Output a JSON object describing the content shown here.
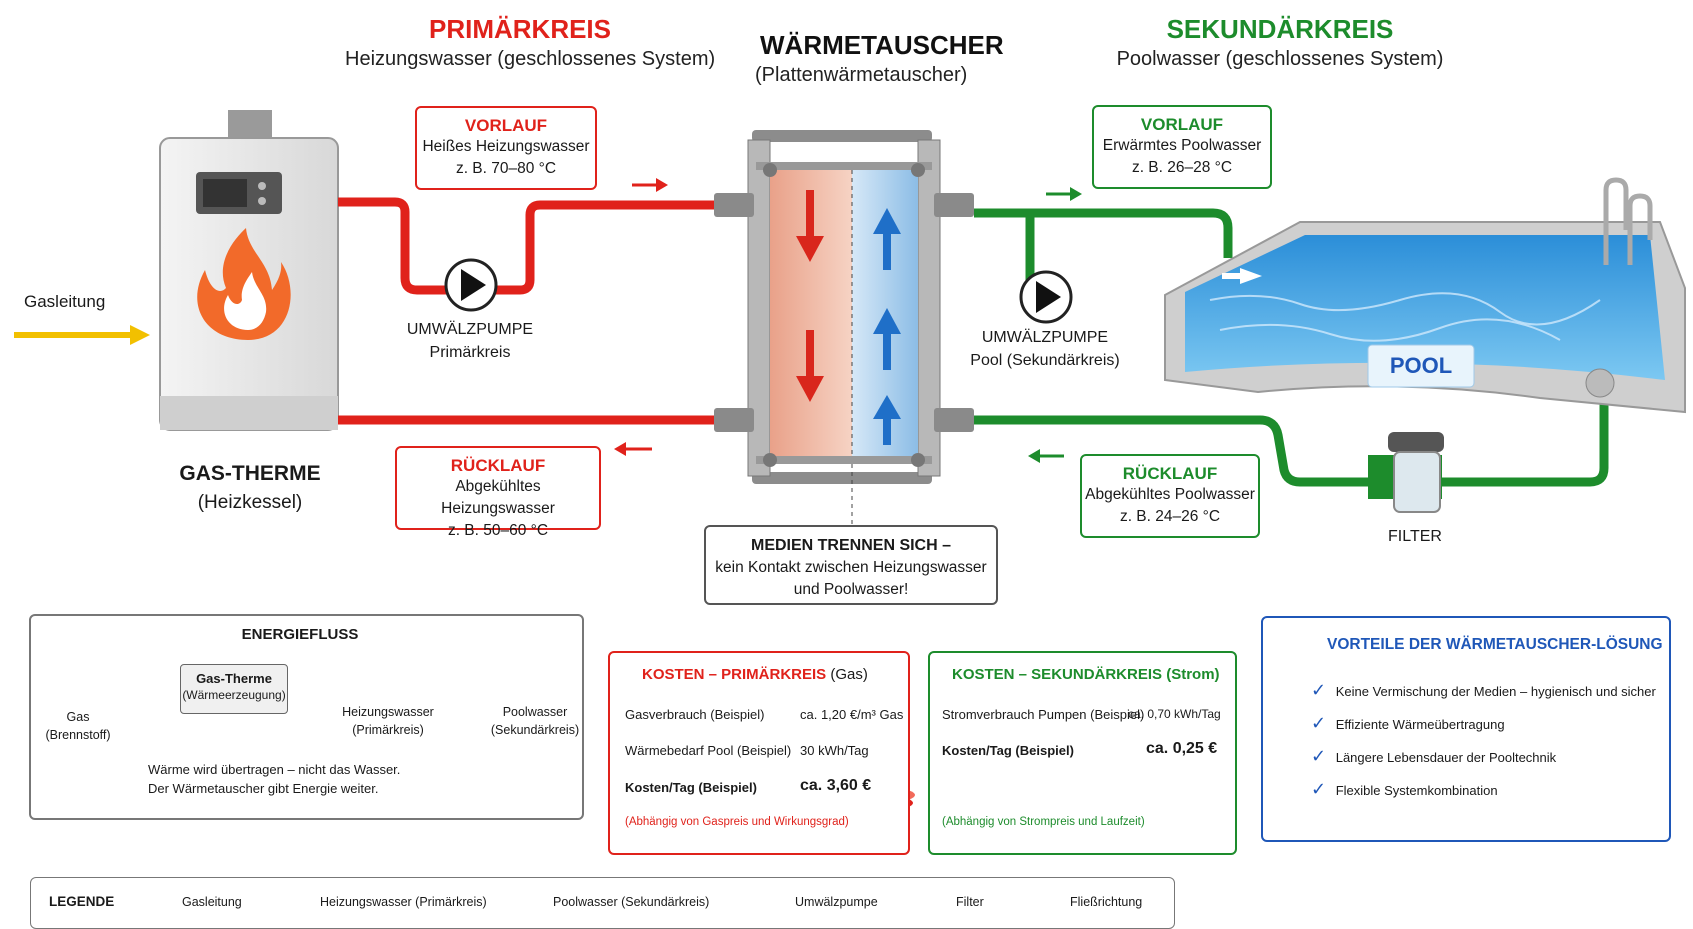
{
  "headers": {
    "primary": {
      "title": "PRIMÄRKREIS",
      "subtitle": "Heizungswasser (geschlossenes System)"
    },
    "exchanger": {
      "title": "WÄRMETAUSCHER",
      "subtitle": "(Plattenwärmetauscher)"
    },
    "secondary": {
      "title": "SEKUNDÄRKREIS",
      "subtitle": "Poolwasser (geschlossenes System)"
    }
  },
  "primary_supply": {
    "title": "VORLAUF",
    "line1": "Heißes Heizungswasser",
    "line2": "z. B. 70–80 °C"
  },
  "primary_return": {
    "title": "RÜCKLAUF",
    "line1": "Abgekühltes Heizungswasser",
    "line2": "z. B. 50–60 °C"
  },
  "secondary_supply": {
    "title": "VORLAUF",
    "line1": "Erwärmtes Poolwasser",
    "line2": "z. B. 26–28 °C"
  },
  "secondary_return": {
    "title": "RÜCKLAUF",
    "line1": "Abgekühltes Poolwasser",
    "line2": "z. B. 24–26 °C"
  },
  "gas_line_label": "Gasleitung",
  "boiler": {
    "title": "GAS-THERME",
    "subtitle": "(Heizkessel)"
  },
  "pump_primary": {
    "title": "UMWÄLZPUMPE",
    "subtitle": "Primärkreis"
  },
  "pump_secondary": {
    "title": "UMWÄLZPUMPE",
    "subtitle": "Pool (Sekundärkreis)"
  },
  "pool_label": "POOL",
  "filter_label": "FILTER",
  "separation": {
    "line1": "MEDIEN TRENNEN SICH –",
    "line2": "kein Kontakt zwischen Heizungswasser",
    "line3": "und Poolwasser!"
  },
  "energy_flow": {
    "title": "ENERGIEFLUSS",
    "gas_label": "Gas",
    "gas_sub": "(Brennstoff)",
    "therme_label": "Gas-Therme",
    "therme_sub": "(Wärmeerzeugung)",
    "heating_label": "Heizungswasser",
    "heating_sub": "(Primärkreis)",
    "pool_label": "Poolwasser",
    "pool_sub": "(Sekundärkreis)",
    "note1": "Wärme wird übertragen – nicht das Wasser.",
    "note2": "Der Wärmetauscher gibt Energie weiter."
  },
  "costs_primary": {
    "title": "KOSTEN – PRIMÄRKREIS",
    "title_suffix": "(Gas)",
    "rows": [
      {
        "label": "Gasverbrauch (Beispiel)",
        "value": "ca. 1,20 €/m³ Gas"
      },
      {
        "label": "Wärmebedarf Pool (Beispiel)",
        "value": "30 kWh/Tag"
      },
      {
        "label": "Kosten/Tag (Beispiel)",
        "value": "ca. 3,60 €"
      }
    ],
    "note": "(Abhängig von Gaspreis und Wirkungsgrad)"
  },
  "costs_secondary": {
    "title": "KOSTEN – SEKUNDÄRKREIS (Strom)",
    "rows": [
      {
        "label": "Stromverbrauch Pumpen (Beispiel)",
        "value": "ca. 0,70 kWh/Tag"
      },
      {
        "label": "Kosten/Tag (Beispiel)",
        "value": "ca. 0,25 €"
      }
    ],
    "note": "(Abhängig von Strompreis und Laufzeit)"
  },
  "advantages": {
    "title": "VORTEILE DER WÄRMETAUSCHER-LÖSUNG",
    "items": [
      "Keine Vermischung der Medien – hygienisch und sicher",
      "Effiziente Wärmeübertragung",
      "Längere Lebensdauer der Pooltechnik",
      "Flexible Systemkombination"
    ]
  },
  "legend": {
    "title": "LEGENDE",
    "gas": "Gasleitung",
    "heating": "Heizungswasser (Primärkreis)",
    "pool": "Poolwasser (Sekundärkreis)",
    "pump": "Umwälzpumpe",
    "filter": "Filter",
    "flow": "Fließrichtung"
  },
  "colors": {
    "primary": "#e0221b",
    "secondary": "#1d8c2c",
    "gas": "#f2c000",
    "accent_blue": "#1f57b8"
  }
}
